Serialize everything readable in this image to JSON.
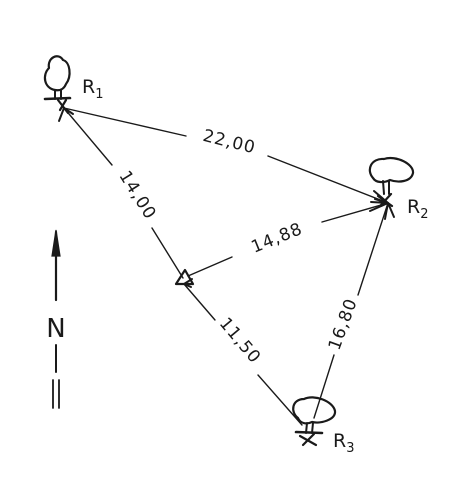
{
  "reference_points": [
    {
      "main": "R",
      "sub": "1"
    },
    {
      "main": "R",
      "sub": "2"
    },
    {
      "main": "R",
      "sub": "3"
    }
  ],
  "distances": {
    "r1_r2": "22,00",
    "r1_station": "14,00",
    "station_r2": "14,88",
    "station_r3": "11,50",
    "r2_r3": "16,80"
  },
  "north": {
    "letter": "N"
  }
}
